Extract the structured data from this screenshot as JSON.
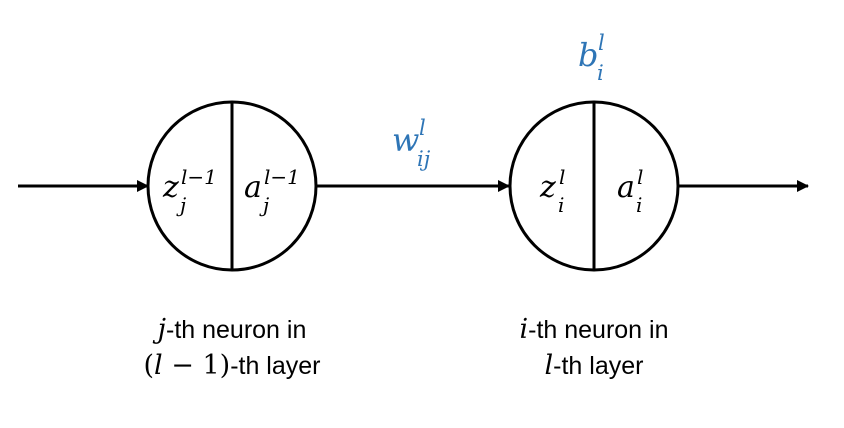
{
  "colors": {
    "line": "#000000",
    "param_text": "#2e75b6",
    "background": "#ffffff"
  },
  "neuron_prev": {
    "z_symbol": "z",
    "z_sub": "j",
    "z_sup": "l−1",
    "a_symbol": "a",
    "a_sub": "j",
    "a_sup": "l−1",
    "caption_line1_var": "j",
    "caption_line1_text": "-th neuron in",
    "caption_line2_open": "(",
    "caption_line2_var": "l",
    "caption_line2_expr": " − 1)",
    "caption_line2_text": "-th layer"
  },
  "neuron_curr": {
    "z_symbol": "z",
    "z_sub": "i",
    "z_sup": "l",
    "a_symbol": "a",
    "a_sub": "i",
    "a_sup": "l",
    "caption_line1_var": "i",
    "caption_line1_text": "-th neuron in",
    "caption_line2_var": "l",
    "caption_line2_text": "-th layer"
  },
  "weight": {
    "symbol": "w",
    "sub": "ij",
    "sup": "l"
  },
  "bias": {
    "symbol": "b",
    "sub": "i",
    "sup": "l"
  },
  "icons": {
    "arrow_in": "arrow-right-icon",
    "arrow_connect": "arrow-right-icon",
    "arrow_out": "arrow-right-icon"
  }
}
